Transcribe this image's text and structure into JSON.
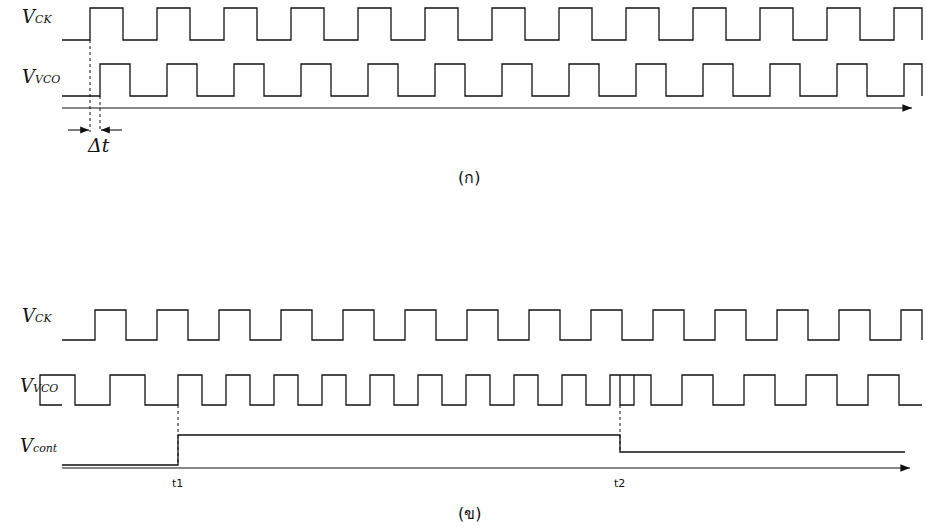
{
  "diagram": {
    "labels": [
      "VCK",
      "VVCO",
      "Δt",
      "(ก)",
      "VCK",
      "VVCO",
      "Vcont",
      "t1",
      "t2",
      "(ข)"
    ]
  }
}
